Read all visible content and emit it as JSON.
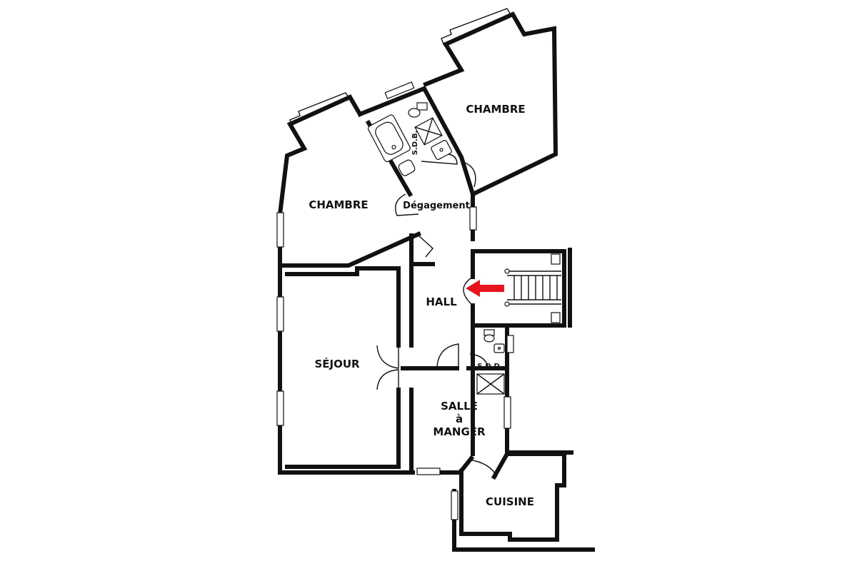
{
  "rooms": {
    "chambre_top": "CHAMBRE",
    "chambre_left": "CHAMBRE",
    "sdb": "S.D.B.",
    "degagement": "Dégagement",
    "hall": "HALL",
    "sejour": "SÉJOUR",
    "sdd": "S.D.D.",
    "salle_line1": "SALLE",
    "salle_line2": "à",
    "salle_line3": "MANGER",
    "cuisine": "CUISINE"
  },
  "colors": {
    "walls": "#111111",
    "entrance_arrow": "#e8141b",
    "background": "#ffffff"
  },
  "icons": {
    "entrance": "entrance-arrow-icon",
    "stairs": "stairs-icon"
  }
}
